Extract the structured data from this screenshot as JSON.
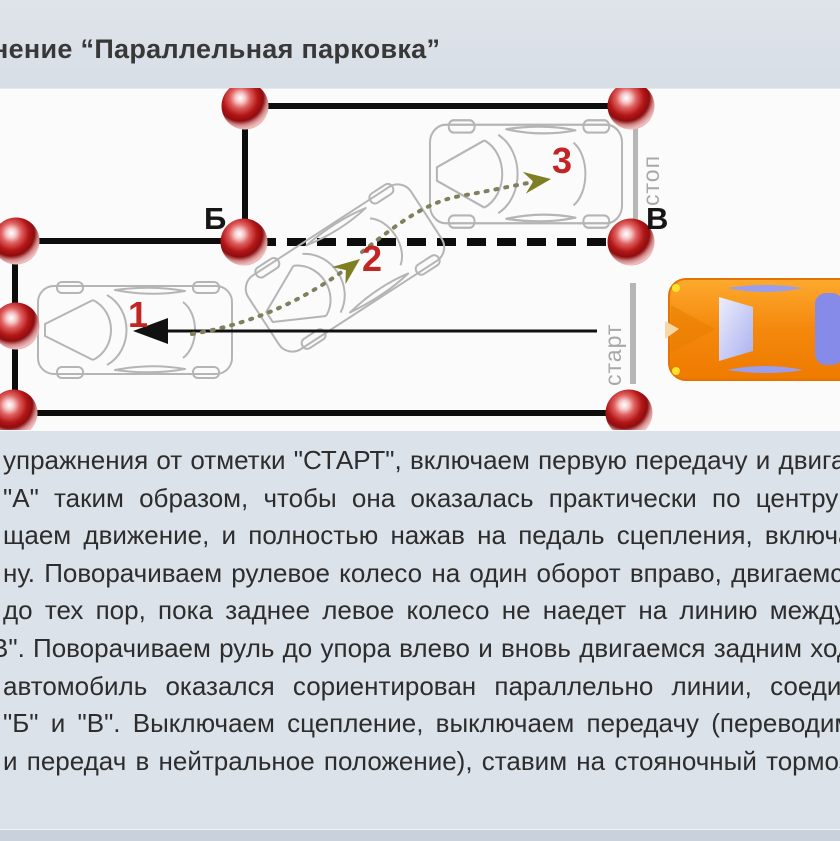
{
  "title": "нение “Параллельная парковка”",
  "diagram": {
    "label_b": "Б",
    "label_v": "В",
    "label_stop": "стоп",
    "label_start": "старт",
    "pos1": "1",
    "pos2": "2",
    "pos3": "3",
    "colors": {
      "cone_red": "#b31616",
      "cone_rim": "#f2bfbf",
      "number_red": "#c32424",
      "trajectory_olive": "#7e7e23",
      "car_body_orange": "#f07c00",
      "car_window_blue": "#868bea",
      "gray_label": "#a8a8a8",
      "line_black": "#0d0d0d"
    }
  },
  "instructions": {
    "lines": [
      "упражнения от отметки \"СТАРТ\", включаем первую передачу и двига",
      "\"А\" таким образом, чтобы она оказалась практически по центру",
      "щаем движение, и полностью нажав на педаль сцепления, включаем",
      "ну. Поворачиваем рулевое колесо на один оборот вправо, двигаемся",
      "до тех пор, пока заднее левое колесо не наедет на линию между ф",
      "В\". Поворачиваем руль до упора влево и вновь двигаемся задним ход",
      "автомобиль оказался сориентирован параллельно линии, соеди",
      "\"Б\" и \"В\". Выключаем сцепление, выключаем передачу (переводим",
      "и передач в нейтральное положение), ставим на стояночный тормоз."
    ]
  }
}
